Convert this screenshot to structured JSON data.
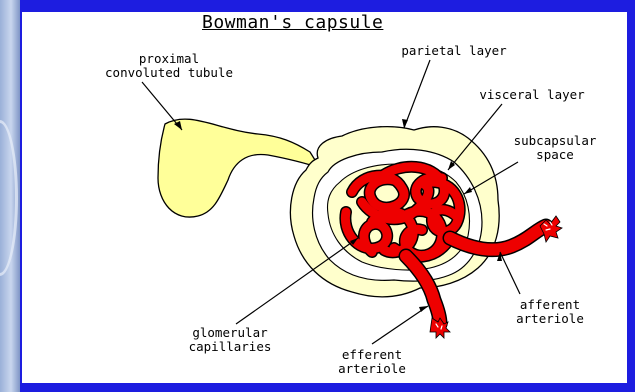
{
  "title": "Bowman's capsule",
  "labels": {
    "proximal_tubule": "proximal\nconvoluted tubule",
    "parietal_layer": "parietal layer",
    "visceral_layer": "visceral layer",
    "subcapsular_space": "subcapsular\nspace",
    "afferent_arteriole": "afferent\narteriole",
    "efferent_arteriole": "efferent\narteriole",
    "glomerular_capillaries": "glomerular\ncapillaries"
  },
  "colors": {
    "background_border": "#1d1de0",
    "slide": "#ffffff",
    "tubule_yellow": "#ffff99",
    "capsule_cream": "#ffffcc",
    "capillary_red": "#ee0000"
  }
}
